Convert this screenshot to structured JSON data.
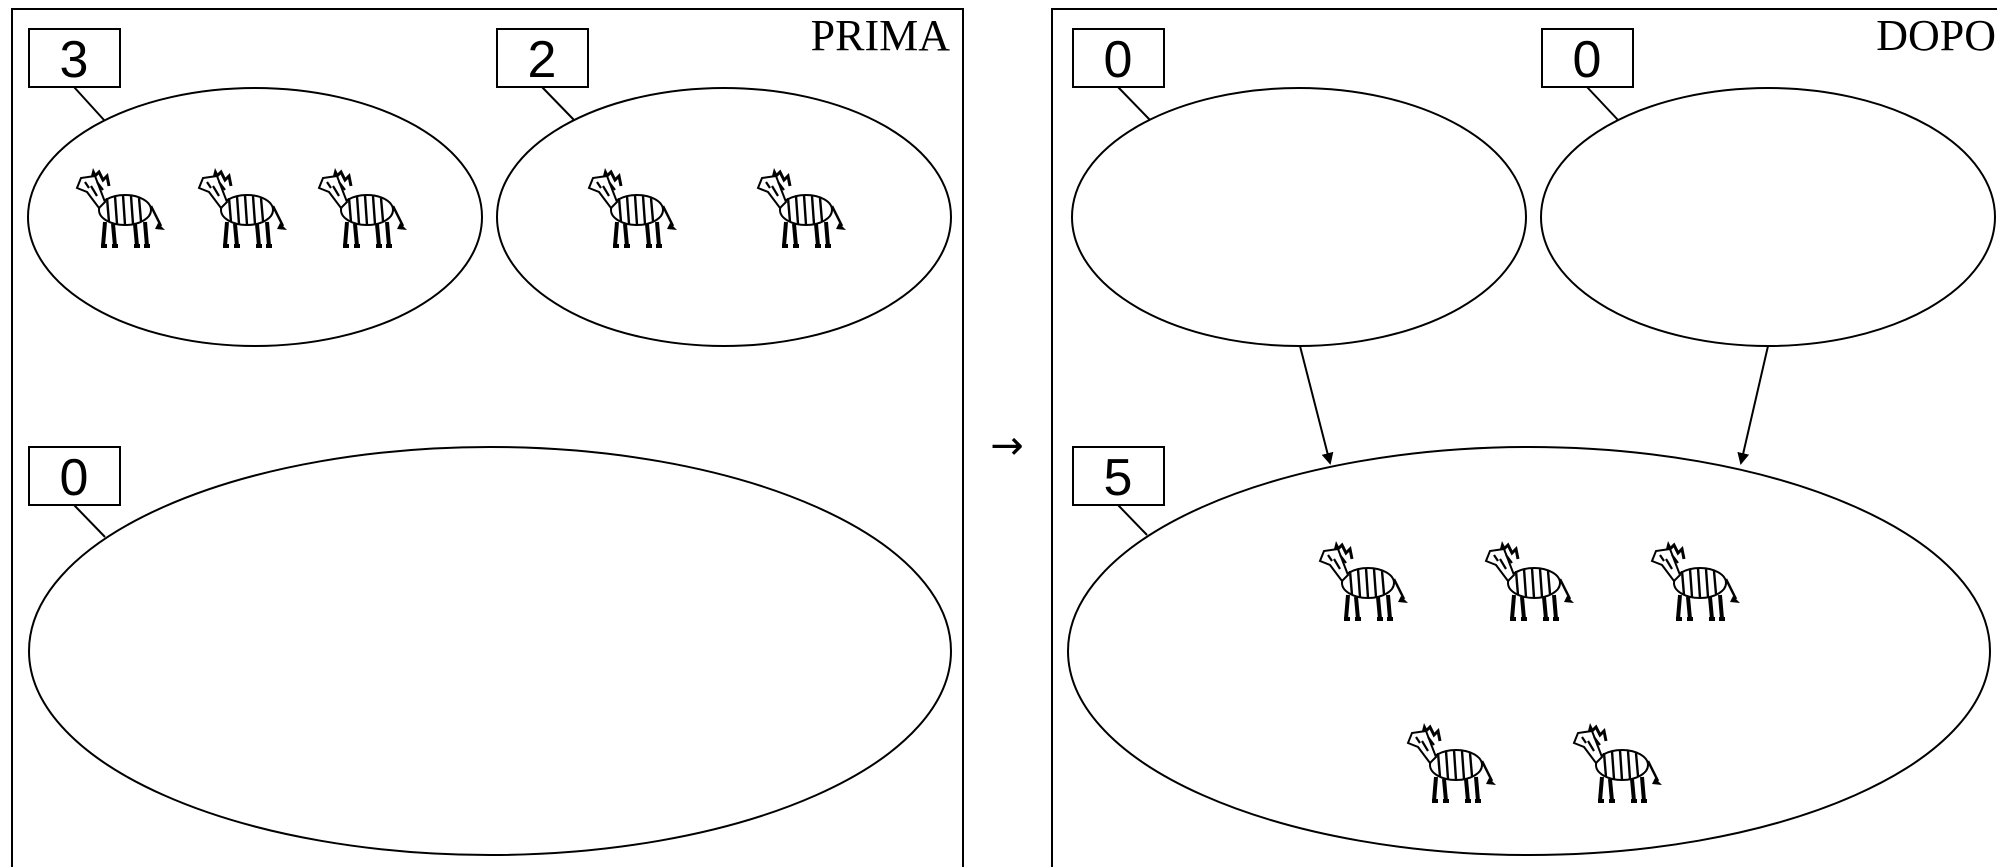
{
  "panels": {
    "before": {
      "title": "PRIMA",
      "sets": {
        "top_left": {
          "count": "3",
          "zebras": 3
        },
        "top_right": {
          "count": "2",
          "zebras": 2
        },
        "bottom": {
          "count": "0",
          "zebras": 0
        }
      }
    },
    "after": {
      "title": "DOPO",
      "sets": {
        "top_left": {
          "count": "0",
          "zebras": 0
        },
        "top_right": {
          "count": "0",
          "zebras": 0
        },
        "bottom": {
          "count": "5",
          "zebras": 5
        }
      }
    }
  },
  "transition_glyph": "→"
}
